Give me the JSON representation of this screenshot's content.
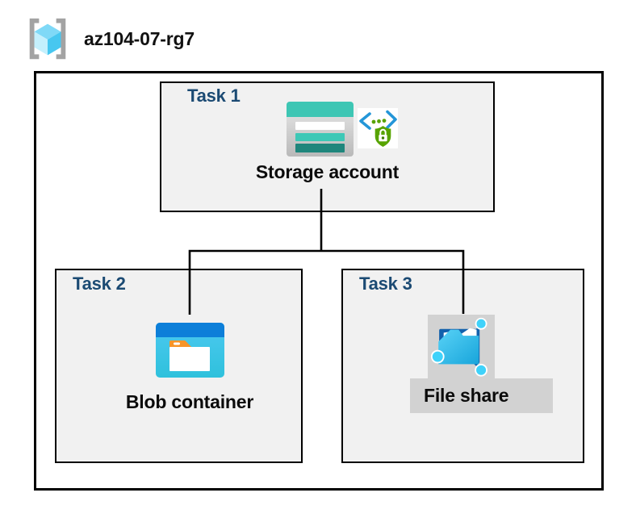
{
  "header": {
    "resource_group": "az104-07-rg7",
    "icon": "resource-group-icon"
  },
  "tasks": [
    {
      "label": "Task 1",
      "resource": "Storage account",
      "icons": [
        "storage-account-icon",
        "sas-shield-lock-icon"
      ]
    },
    {
      "label": "Task 2",
      "resource": "Blob container",
      "icons": [
        "blob-container-icon"
      ]
    },
    {
      "label": "Task 3",
      "resource": "File share",
      "icons": [
        "file-share-icon"
      ],
      "highlighted": true
    }
  ],
  "connections": [
    {
      "from": "Storage account",
      "to": "Blob container"
    },
    {
      "from": "Storage account",
      "to": "File share"
    }
  ],
  "colors": {
    "task_label": "#1b4a73",
    "box_fill": "#f1f1f1",
    "box_border": "#000000",
    "connector": "#000000",
    "selection_gray": "#d2d2d2",
    "storage_teal": "#3ec6b4",
    "storage_teal_dark": "#1f867c",
    "blob_blue": "#0d7fd9",
    "blob_cyan": "#4cc9f1",
    "file_dark_blue": "#1261ac",
    "file_cyan": "#53cff5",
    "sas_green": "#57a300",
    "sas_blue": "#2496d8",
    "cube_blue": "#47c7f0",
    "bracket_gray": "#a3a3a3"
  }
}
